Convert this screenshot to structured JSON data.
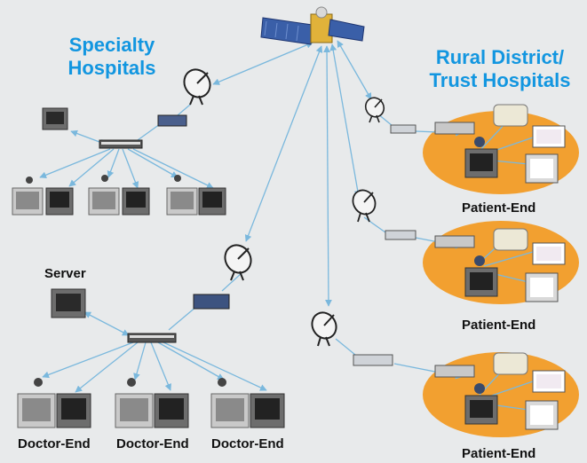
{
  "titles": {
    "specialty_line1": "Specialty",
    "specialty_line2": "Hospitals",
    "rural_line1": "Rural District/",
    "rural_line2": "Trust Hospitals"
  },
  "labels": {
    "server": "Server",
    "doctor_end": "Doctor-End",
    "patient_end": "Patient-End"
  },
  "colors": {
    "background": "#e8eaeb",
    "title_blue": "#1296e0",
    "link_blue": "#7ab8dd",
    "patient_ellipse": "#f2a030",
    "label_text": "#111111"
  },
  "icons": {
    "satellite": "satellite-icon",
    "dish": "satellite-dish-icon",
    "modem": "modem-icon",
    "switch": "network-switch-icon",
    "computer": "computer-workstation-icon",
    "monitor": "crt-monitor-icon",
    "camera": "webcam-icon",
    "device": "medical-device-icon",
    "printer": "printer-icon",
    "scanner": "scanner-icon"
  }
}
